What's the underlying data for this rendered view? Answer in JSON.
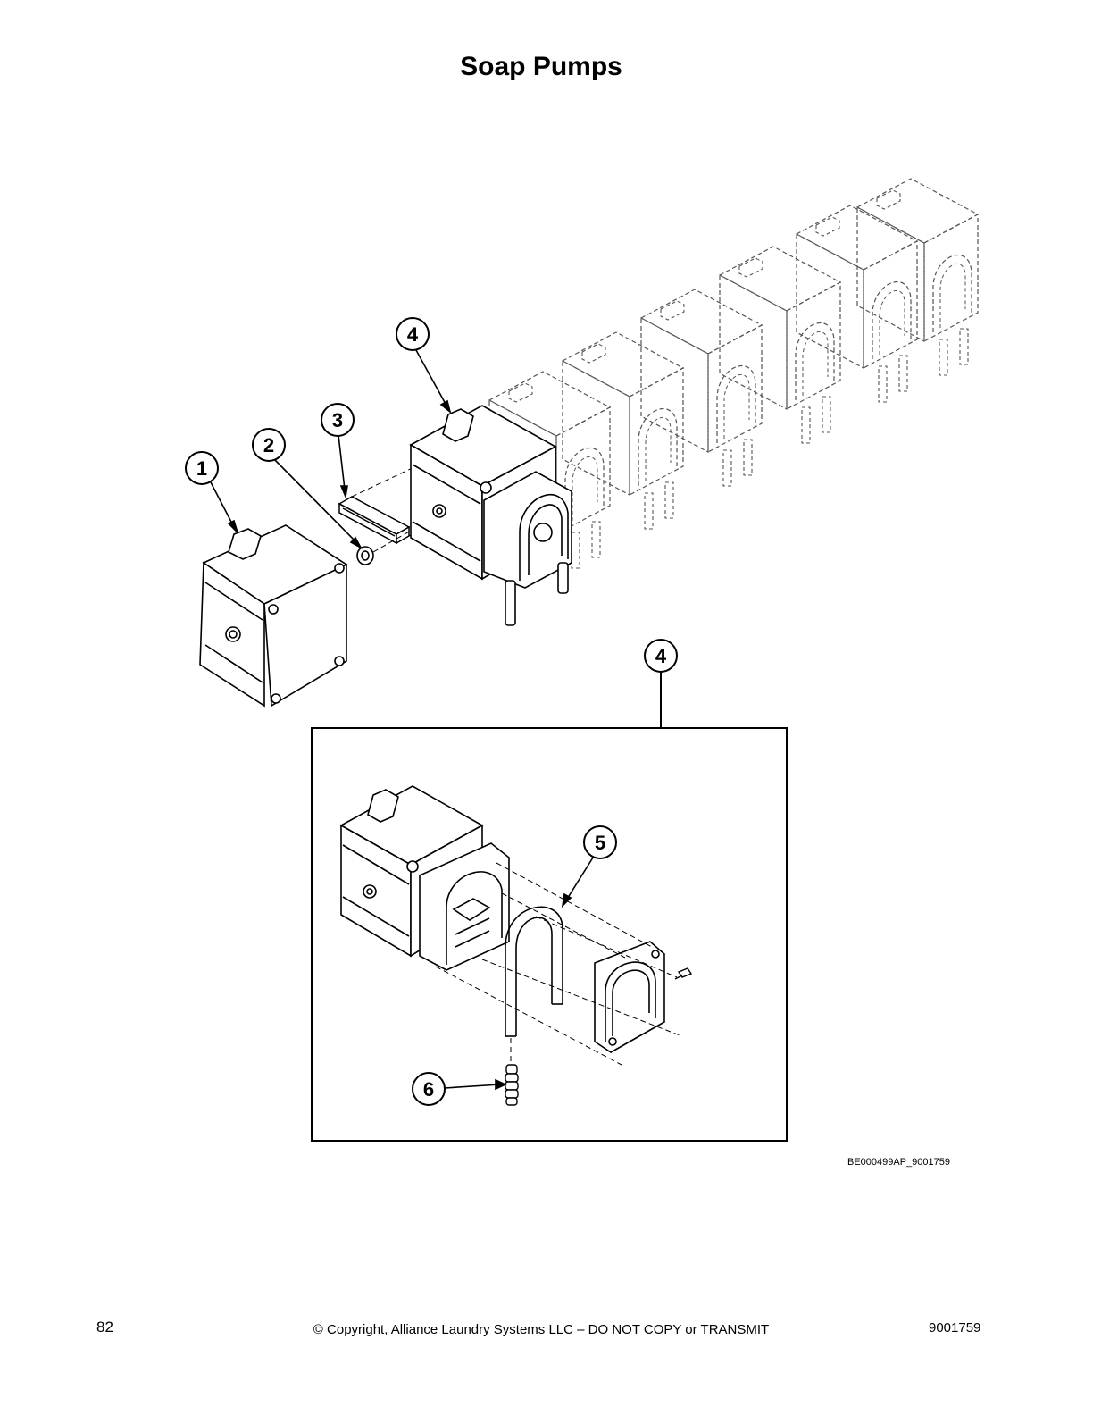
{
  "title": "Soap Pumps",
  "callouts": {
    "c1": "1",
    "c2": "2",
    "c3": "3",
    "c4_top": "4",
    "c4_detail": "4",
    "c5": "5",
    "c6": "6"
  },
  "parts": [
    {
      "id": "1",
      "depicts": "pump-cover"
    },
    {
      "id": "2",
      "depicts": "retaining-ring"
    },
    {
      "id": "3",
      "depicts": "mounting-rail"
    },
    {
      "id": "4",
      "depicts": "peristaltic-pump-assembly"
    },
    {
      "id": "5",
      "depicts": "pump-tube"
    },
    {
      "id": "6",
      "depicts": "tube-fitting"
    }
  ],
  "reference_code": "BE000499AP_9001759",
  "footer": {
    "page_number": "82",
    "copyright": "© Copyright, Alliance Laundry Systems LLC – DO NOT COPY or TRANSMIT",
    "doc_number": "9001759"
  },
  "colors": {
    "line": "#000000",
    "ghost": "#555555",
    "fill": "#ffffff"
  }
}
